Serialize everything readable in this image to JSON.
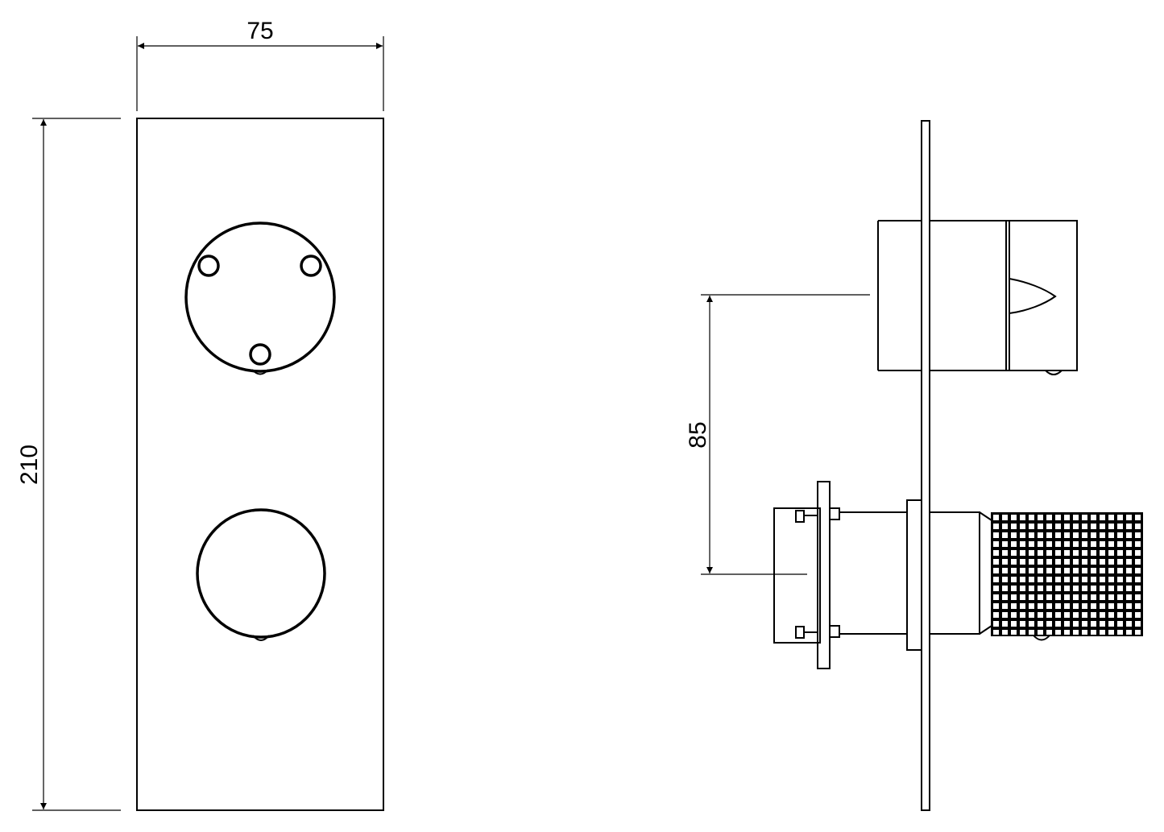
{
  "dimensions": {
    "width_label": "75",
    "height_label": "210",
    "offset_label": "85"
  }
}
